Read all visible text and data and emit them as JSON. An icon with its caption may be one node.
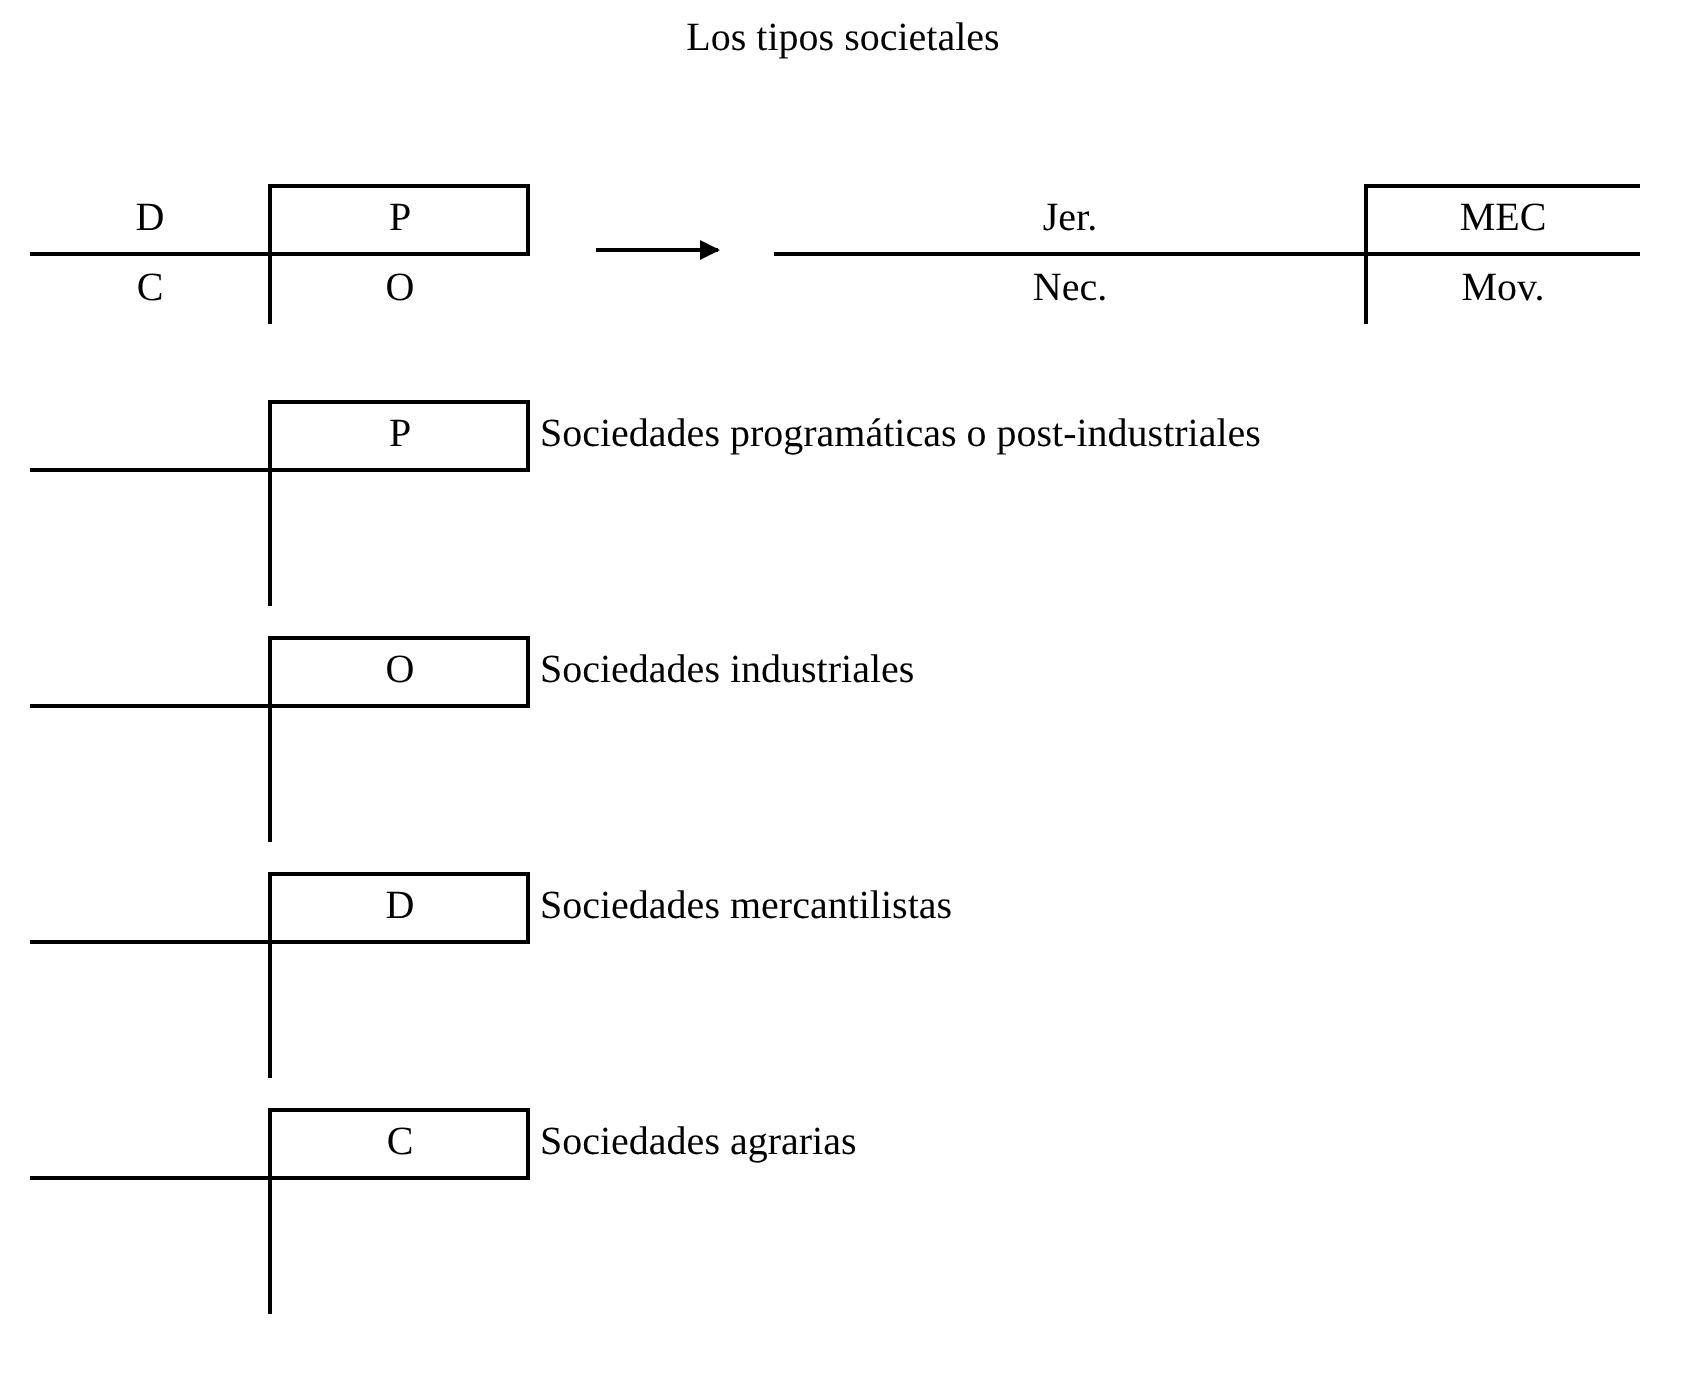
{
  "diagram": {
    "title": "Los tipos societales",
    "nodes": [
      {
        "text": [
          "D",
          "P",
          "C",
          "O"
        ]
      },
      {
        "text": [
          "Jer.",
          "MEC",
          "Nec.",
          "Mov."
        ]
      },
      {
        "text": [
          "P"
        ],
        "beside": [
          "Sociedades programáticas o post-industriales"
        ]
      },
      {
        "text": [
          "O"
        ],
        "beside": [
          "Sociedades industriales"
        ]
      },
      {
        "text": [
          "D"
        ],
        "beside": [
          "Sociedades mercantilistas"
        ]
      },
      {
        "text": [
          "C"
        ],
        "beside": [
          "Sociedades agrarias"
        ]
      }
    ],
    "edges": [
      {
        "from": 0,
        "to": 1,
        "arrow": "to"
      }
    ]
  }
}
